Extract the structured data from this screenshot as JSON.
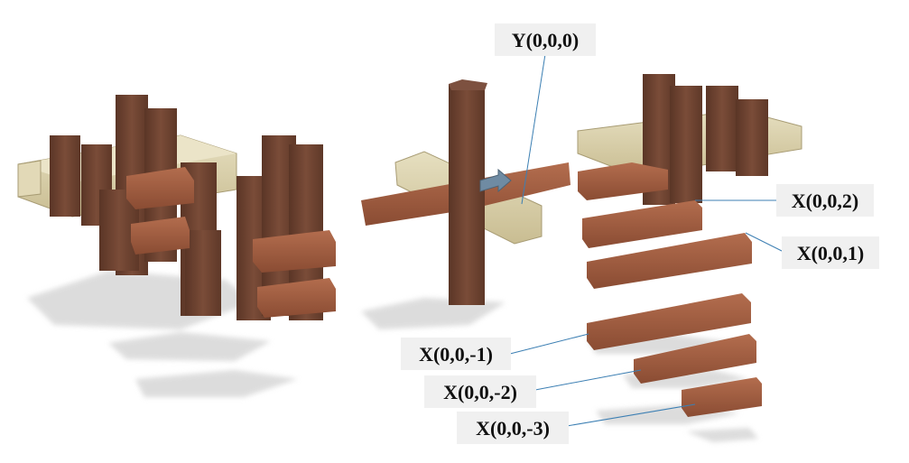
{
  "labels": {
    "y_center": "Y(0,0,0)",
    "x_p2": "X(0,0,2)",
    "x_p1": "X(0,0,1)",
    "x_m1": "X(0,0,-1)",
    "x_m2": "X(0,0,-2)",
    "x_m3": "X(0,0,-3)"
  },
  "colors": {
    "dark_wood": "#6b4333",
    "medium_wood": "#9a5a40",
    "light_wood": "#d8cfa8",
    "label_box": "#f0f0f0",
    "leader_line": "#3c7fb3",
    "arrow": "#6f8ba3"
  }
}
